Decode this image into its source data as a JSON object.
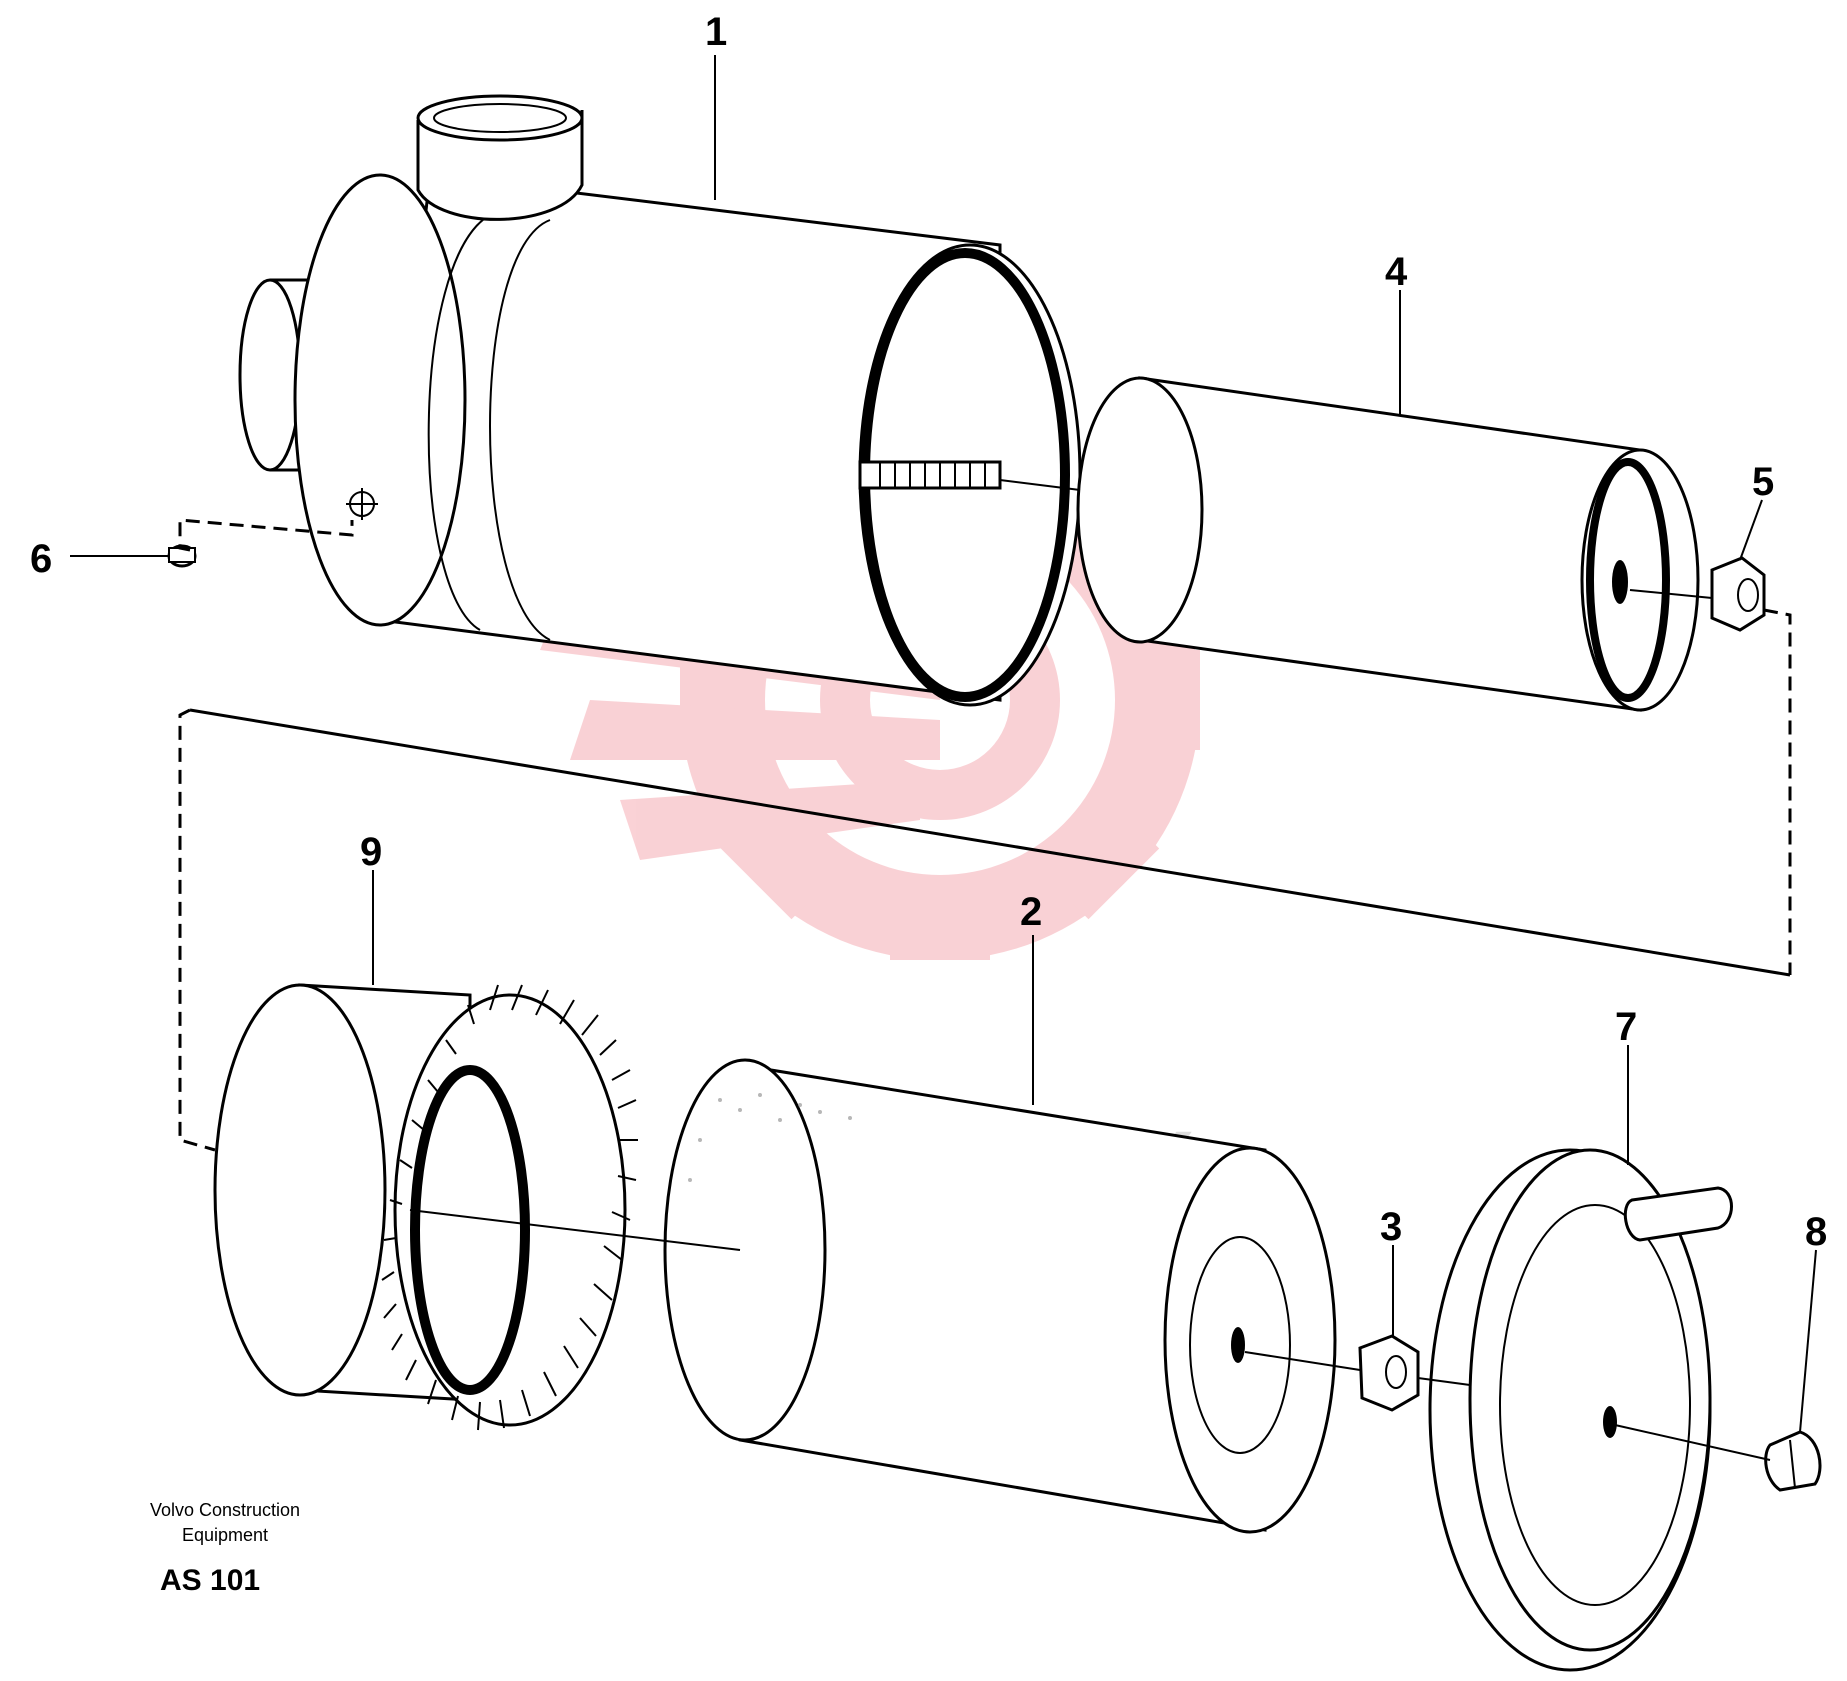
{
  "callouts": [
    "1",
    "2",
    "3",
    "4",
    "5",
    "6",
    "7",
    "8",
    "9"
  ],
  "footer": {
    "company_line1": "Volvo Construction",
    "company_line2": "Equipment",
    "code": "AS 101"
  },
  "watermark": {
    "text": "ИНТЕХ",
    "logo_color": "#f8c8cc",
    "text_color": "#dcdcdc"
  }
}
